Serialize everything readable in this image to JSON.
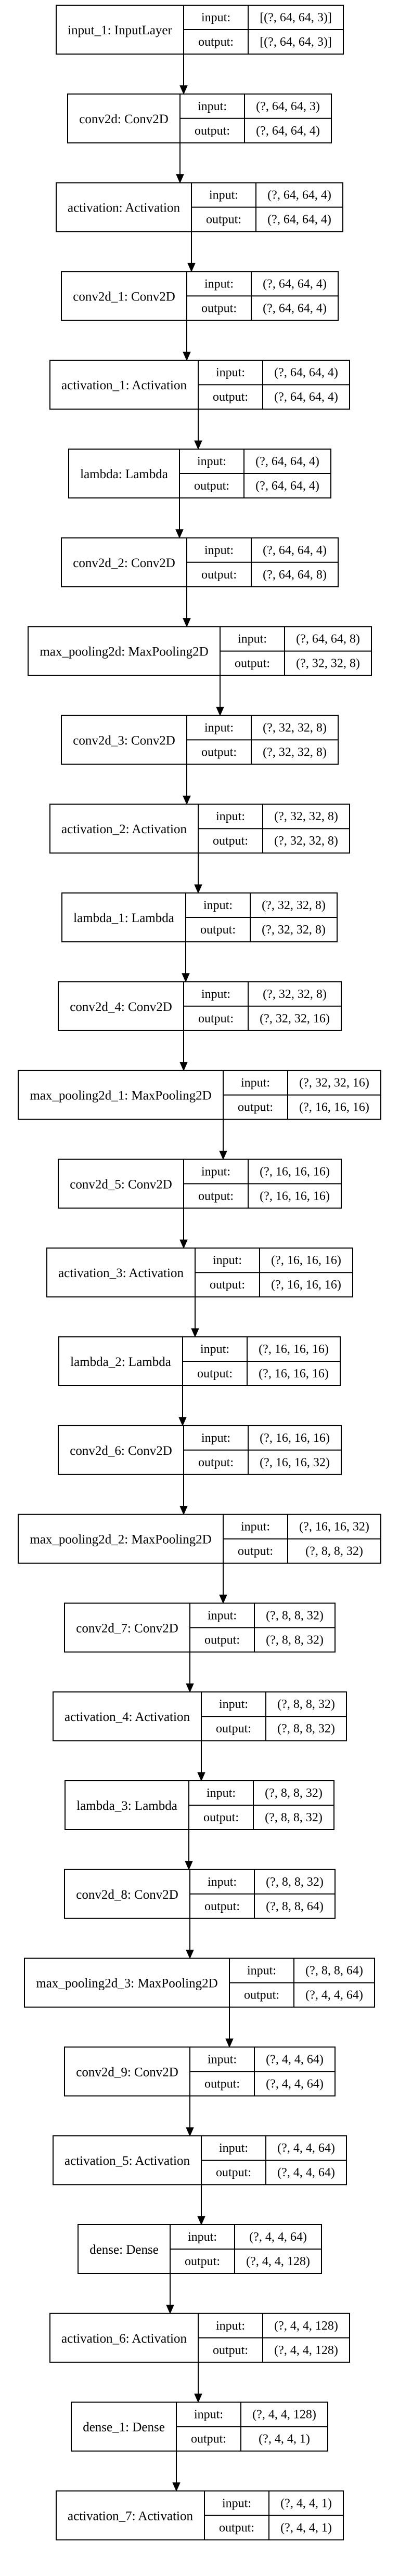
{
  "diagram": {
    "type": "model-graph",
    "nodes": [
      {
        "name": "input_1: InputLayer",
        "input_label": "input:",
        "output_label": "output:",
        "input_shape": "[(?, 64, 64, 3)]",
        "output_shape": "[(?, 64, 64, 3)]"
      },
      {
        "name": "conv2d: Conv2D",
        "input_label": "input:",
        "output_label": "output:",
        "input_shape": "(?, 64, 64, 3)",
        "output_shape": "(?, 64, 64, 4)"
      },
      {
        "name": "activation: Activation",
        "input_label": "input:",
        "output_label": "output:",
        "input_shape": "(?, 64, 64, 4)",
        "output_shape": "(?, 64, 64, 4)"
      },
      {
        "name": "conv2d_1: Conv2D",
        "input_label": "input:",
        "output_label": "output:",
        "input_shape": "(?, 64, 64, 4)",
        "output_shape": "(?, 64, 64, 4)"
      },
      {
        "name": "activation_1: Activation",
        "input_label": "input:",
        "output_label": "output:",
        "input_shape": "(?, 64, 64, 4)",
        "output_shape": "(?, 64, 64, 4)"
      },
      {
        "name": "lambda: Lambda",
        "input_label": "input:",
        "output_label": "output:",
        "input_shape": "(?, 64, 64, 4)",
        "output_shape": "(?, 64, 64, 4)"
      },
      {
        "name": "conv2d_2: Conv2D",
        "input_label": "input:",
        "output_label": "output:",
        "input_shape": "(?, 64, 64, 4)",
        "output_shape": "(?, 64, 64, 8)"
      },
      {
        "name": "max_pooling2d: MaxPooling2D",
        "input_label": "input:",
        "output_label": "output:",
        "input_shape": "(?, 64, 64, 8)",
        "output_shape": "(?, 32, 32, 8)"
      },
      {
        "name": "conv2d_3: Conv2D",
        "input_label": "input:",
        "output_label": "output:",
        "input_shape": "(?, 32, 32, 8)",
        "output_shape": "(?, 32, 32, 8)"
      },
      {
        "name": "activation_2: Activation",
        "input_label": "input:",
        "output_label": "output:",
        "input_shape": "(?, 32, 32, 8)",
        "output_shape": "(?, 32, 32, 8)"
      },
      {
        "name": "lambda_1: Lambda",
        "input_label": "input:",
        "output_label": "output:",
        "input_shape": "(?, 32, 32, 8)",
        "output_shape": "(?, 32, 32, 8)"
      },
      {
        "name": "conv2d_4: Conv2D",
        "input_label": "input:",
        "output_label": "output:",
        "input_shape": "(?, 32, 32, 8)",
        "output_shape": "(?, 32, 32, 16)"
      },
      {
        "name": "max_pooling2d_1: MaxPooling2D",
        "input_label": "input:",
        "output_label": "output:",
        "input_shape": "(?, 32, 32, 16)",
        "output_shape": "(?, 16, 16, 16)"
      },
      {
        "name": "conv2d_5: Conv2D",
        "input_label": "input:",
        "output_label": "output:",
        "input_shape": "(?, 16, 16, 16)",
        "output_shape": "(?, 16, 16, 16)"
      },
      {
        "name": "activation_3: Activation",
        "input_label": "input:",
        "output_label": "output:",
        "input_shape": "(?, 16, 16, 16)",
        "output_shape": "(?, 16, 16, 16)"
      },
      {
        "name": "lambda_2: Lambda",
        "input_label": "input:",
        "output_label": "output:",
        "input_shape": "(?, 16, 16, 16)",
        "output_shape": "(?, 16, 16, 16)"
      },
      {
        "name": "conv2d_6: Conv2D",
        "input_label": "input:",
        "output_label": "output:",
        "input_shape": "(?, 16, 16, 16)",
        "output_shape": "(?, 16, 16, 32)"
      },
      {
        "name": "max_pooling2d_2: MaxPooling2D",
        "input_label": "input:",
        "output_label": "output:",
        "input_shape": "(?, 16, 16, 32)",
        "output_shape": "(?, 8, 8, 32)"
      },
      {
        "name": "conv2d_7: Conv2D",
        "input_label": "input:",
        "output_label": "output:",
        "input_shape": "(?, 8, 8, 32)",
        "output_shape": "(?, 8, 8, 32)"
      },
      {
        "name": "activation_4: Activation",
        "input_label": "input:",
        "output_label": "output:",
        "input_shape": "(?, 8, 8, 32)",
        "output_shape": "(?, 8, 8, 32)"
      },
      {
        "name": "lambda_3: Lambda",
        "input_label": "input:",
        "output_label": "output:",
        "input_shape": "(?, 8, 8, 32)",
        "output_shape": "(?, 8, 8, 32)"
      },
      {
        "name": "conv2d_8: Conv2D",
        "input_label": "input:",
        "output_label": "output:",
        "input_shape": "(?, 8, 8, 32)",
        "output_shape": "(?, 8, 8, 64)"
      },
      {
        "name": "max_pooling2d_3: MaxPooling2D",
        "input_label": "input:",
        "output_label": "output:",
        "input_shape": "(?, 8, 8, 64)",
        "output_shape": "(?, 4, 4, 64)"
      },
      {
        "name": "conv2d_9: Conv2D",
        "input_label": "input:",
        "output_label": "output:",
        "input_shape": "(?, 4, 4, 64)",
        "output_shape": "(?, 4, 4, 64)"
      },
      {
        "name": "activation_5: Activation",
        "input_label": "input:",
        "output_label": "output:",
        "input_shape": "(?, 4, 4, 64)",
        "output_shape": "(?, 4, 4, 64)"
      },
      {
        "name": "dense: Dense",
        "input_label": "input:",
        "output_label": "output:",
        "input_shape": "(?, 4, 4, 64)",
        "output_shape": "(?, 4, 4, 128)"
      },
      {
        "name": "activation_6: Activation",
        "input_label": "input:",
        "output_label": "output:",
        "input_shape": "(?, 4, 4, 128)",
        "output_shape": "(?, 4, 4, 128)"
      },
      {
        "name": "dense_1: Dense",
        "input_label": "input:",
        "output_label": "output:",
        "input_shape": "(?, 4, 4, 128)",
        "output_shape": "(?, 4, 4, 1)"
      },
      {
        "name": "activation_7: Activation",
        "input_label": "input:",
        "output_label": "output:",
        "input_shape": "(?, 4, 4, 1)",
        "output_shape": "(?, 4, 4, 1)"
      }
    ],
    "colors": {
      "stroke": "#000000",
      "background": "#ffffff",
      "text": "#000000"
    }
  }
}
